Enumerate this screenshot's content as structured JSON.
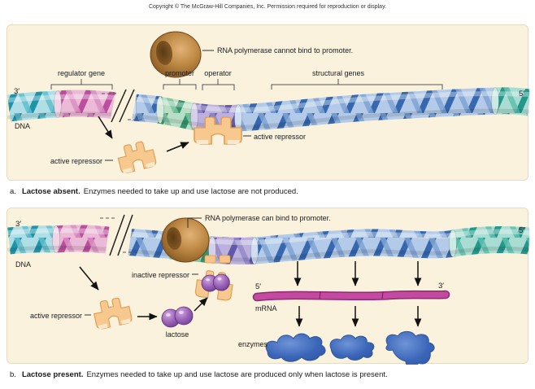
{
  "copyright": "Copyright © The McGraw-Hill Companies, Inc. Permission required for reproduction or display.",
  "colors": {
    "panel_bg": "#FBF2DD",
    "dna_blue": "#3767AE",
    "regulator_pink": "#BB4F9E",
    "promoter_green": "#33946B",
    "operator_purple": "#6257A8",
    "terminal_teal": "#23988A",
    "polymerase_brown": "#A97434",
    "repressor_orange": "#F7C98E",
    "lactose_purple": "#8A4FA8",
    "mrna_magenta": "#B5338F",
    "enzyme_blue": "#3B66B8"
  },
  "panel_a": {
    "polymerase_note": "RNA polymerase cannot bind to promoter.",
    "gene_labels": {
      "regulator": "regulator gene",
      "promoter": "promoter",
      "operator": "operator",
      "structural": "structural genes"
    },
    "dna_left_end": "3′",
    "dna_right_end": "5′",
    "dna_label": "DNA",
    "repressor_floating_label": "active repressor",
    "repressor_bound_label": "active repressor",
    "caption": {
      "prefix": "a.",
      "bold": "Lactose absent.",
      "text": "Enzymes needed to take up and use lactose are not produced."
    }
  },
  "panel_b": {
    "polymerase_note": "RNA polymerase can bind to promoter.",
    "dna_left_end": "3′",
    "dna_right_end": "5′",
    "dna_label": "DNA",
    "active_repressor_label": "active repressor",
    "inactive_repressor_label": "inactive repressor",
    "lactose_label": "lactose",
    "mrna": {
      "five_prime": "5′",
      "three_prime": "3′",
      "label": "mRNA"
    },
    "enzymes_label": "enzymes",
    "caption": {
      "prefix": "b.",
      "bold": "Lactose present.",
      "text": "Enzymes needed to take up and use lactose are produced only when lactose is present."
    }
  }
}
